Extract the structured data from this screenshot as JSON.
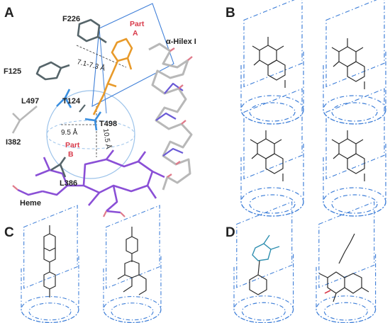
{
  "panels": {
    "A": {
      "letter": "A",
      "residues": {
        "f226": "F226",
        "f125": "F125",
        "l497": "L497",
        "t124": "T124",
        "t498": "T498",
        "i382": "I382",
        "l386": "L386",
        "heme": "Heme",
        "helix": "α-Hilex I"
      },
      "parts": {
        "a_line1": "Part",
        "a_line2": "A",
        "b_line1": "Part",
        "b_line2": "B"
      },
      "measurements": {
        "m1": "7.1-7.3 Å",
        "m2": "9.5 Å",
        "m3": "10.5 Å"
      }
    },
    "B": {
      "letter": "B"
    },
    "C": {
      "letter": "C"
    },
    "D": {
      "letter": "D"
    }
  },
  "colors": {
    "cage": "#3f7fd8",
    "ligand": "#e89a2a",
    "heme": "#8a4fd6",
    "helix": "#b8b8b8",
    "residue_blue": "#3a8fe0",
    "part_label": "#d83a4a",
    "sphere": "#9cc3ea"
  }
}
